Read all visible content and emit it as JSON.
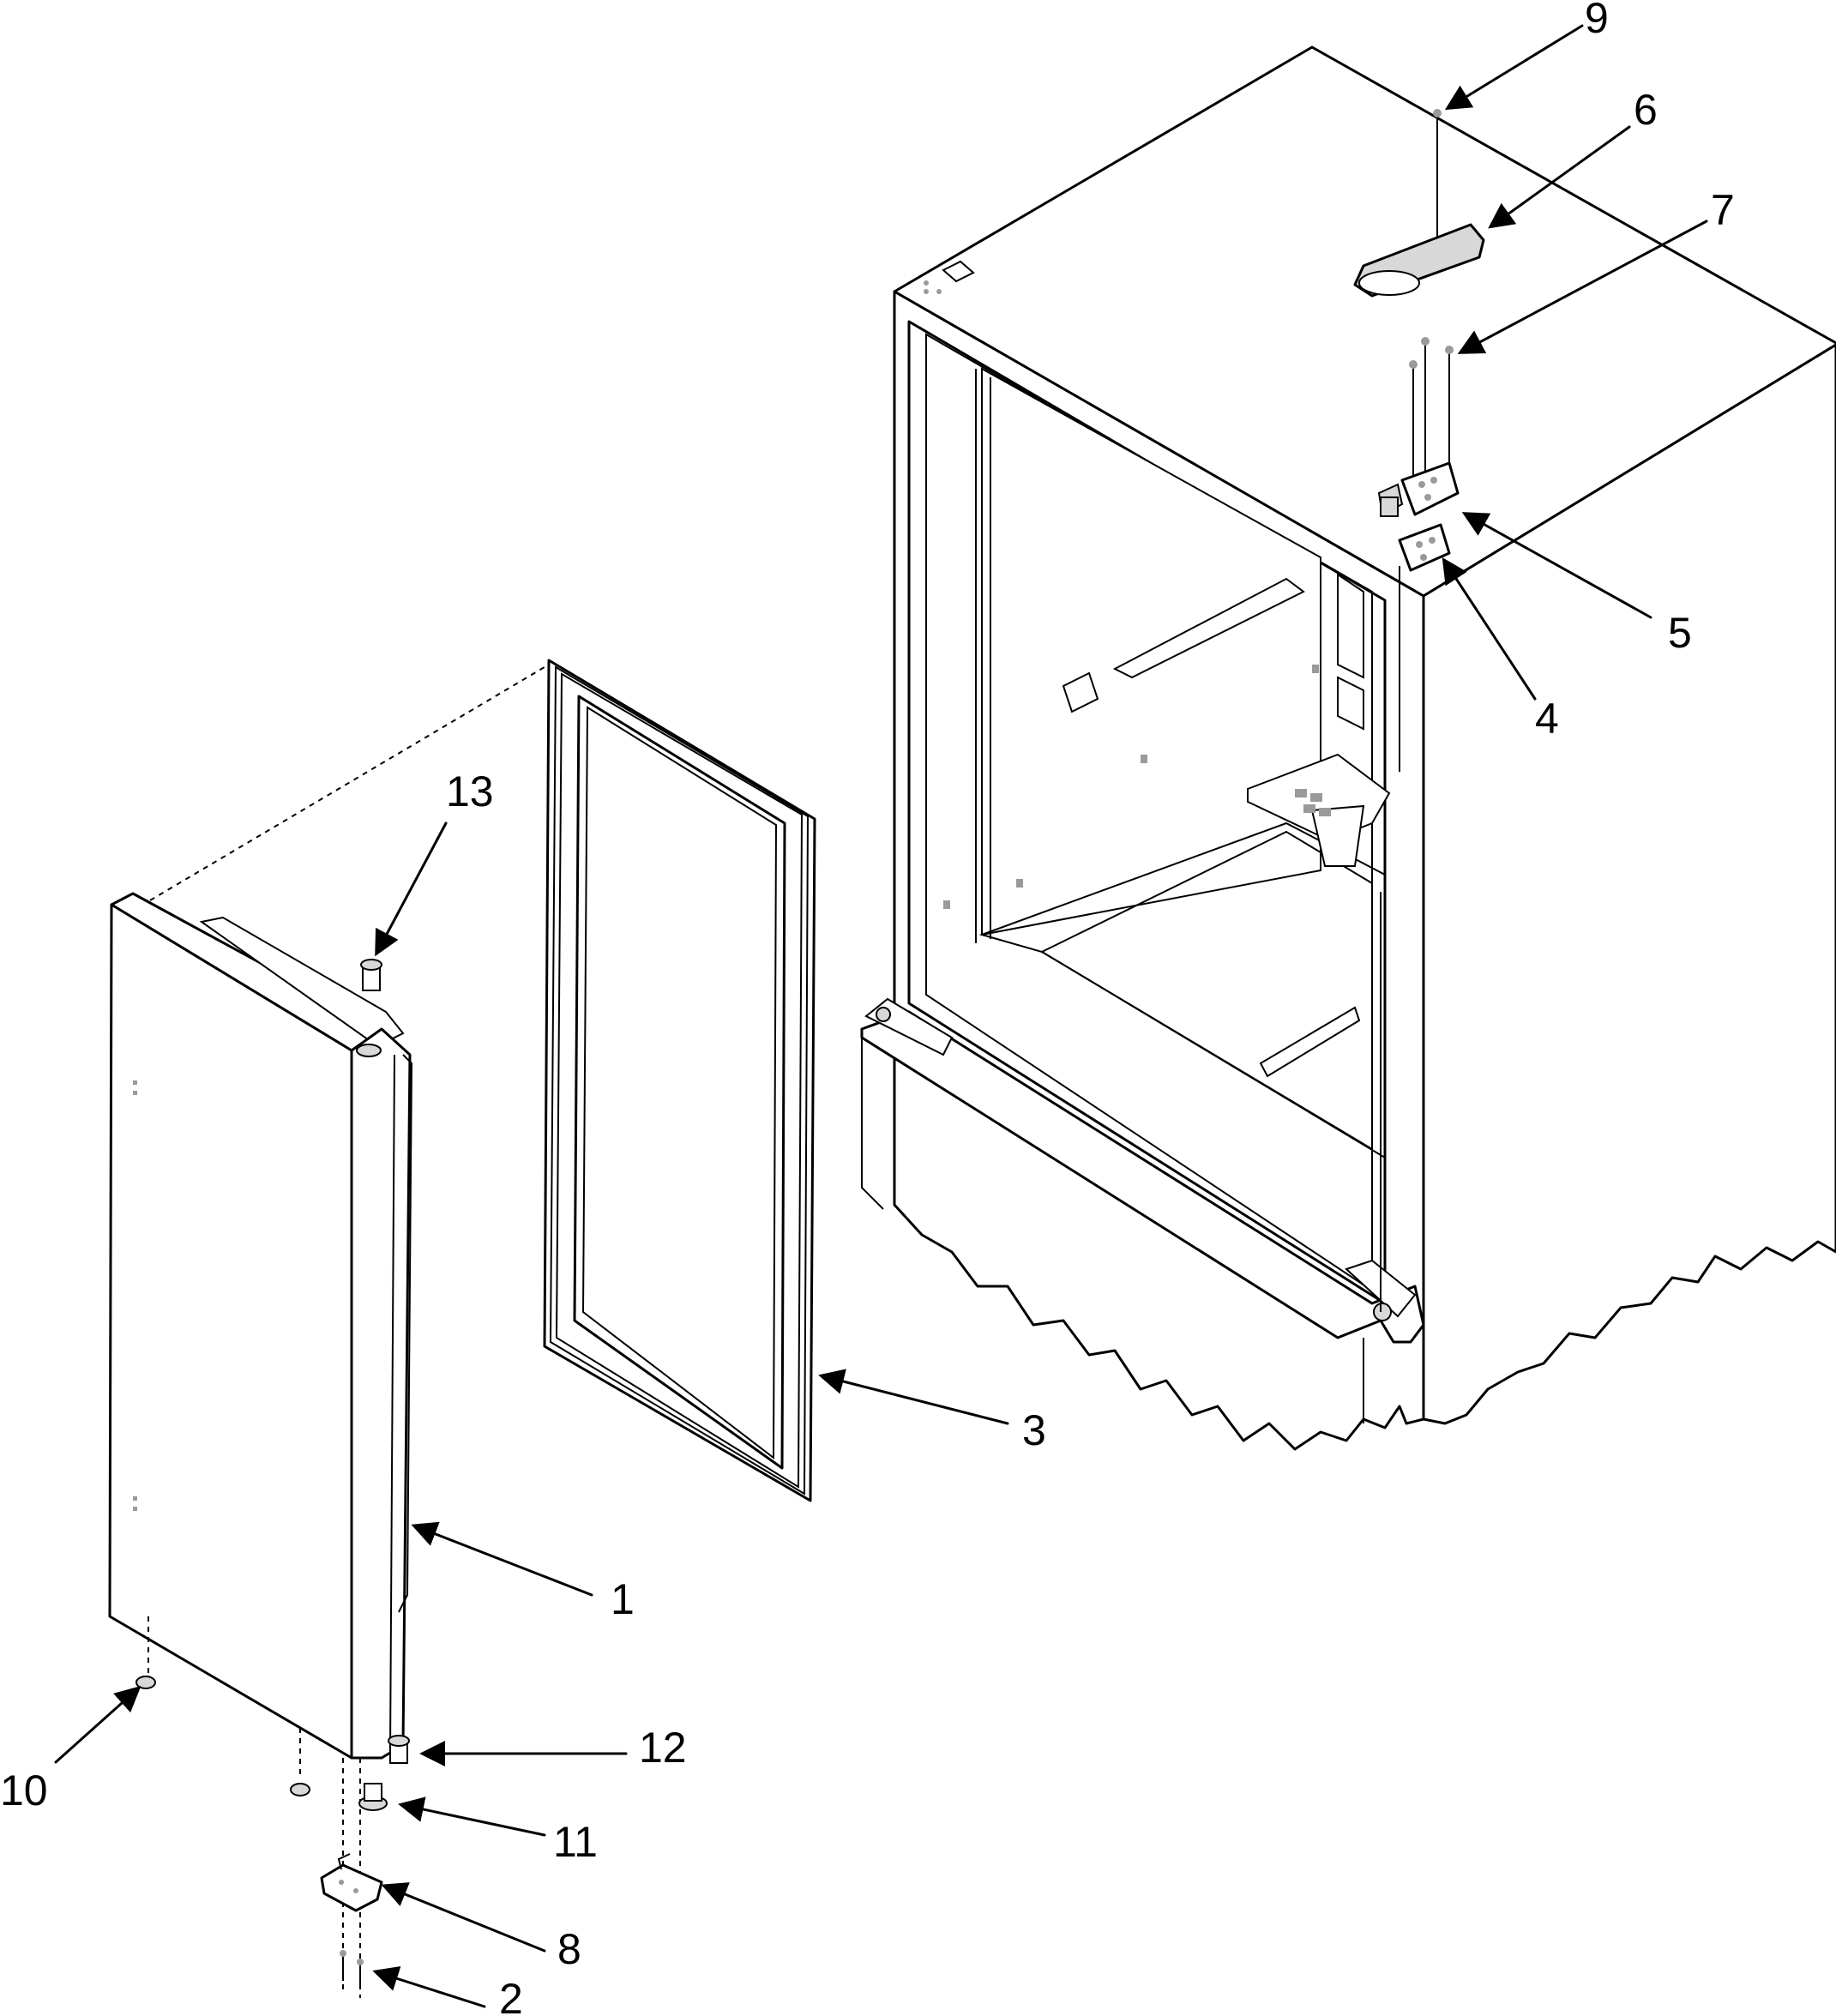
{
  "colors": {
    "line": "#000000",
    "background": "#ffffff",
    "part_shade": "#d8d8d8"
  },
  "callouts": [
    "1",
    "2",
    "3",
    "4",
    "5",
    "6",
    "7",
    "8",
    "9",
    "10",
    "11",
    "12",
    "13"
  ]
}
